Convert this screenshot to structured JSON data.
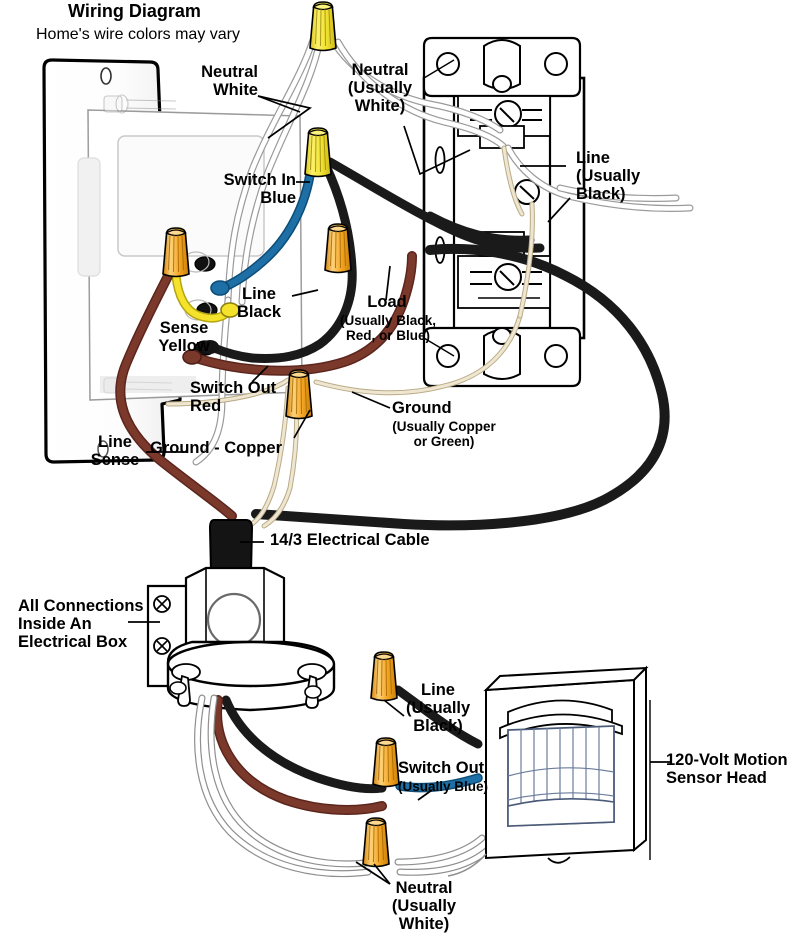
{
  "diagram": {
    "title": "Wiring Diagram",
    "subtitle": "Home's wire colors may vary",
    "type": "electrical-wiring-diagram",
    "subject": "120-Volt motion sensor head wired to a dimmer/switch in an electrical box"
  },
  "labels": {
    "neutral_white": "Neutral\nWhite",
    "neutral_usually_white_top": "Neutral\n(Usually\nWhite)",
    "line_usually_black_top": "Line\n(Usually\nBlack)",
    "switch_in_blue": "Switch In\nBlue",
    "line_black": "Line\nBlack",
    "sense_yellow": "Sense\nYellow",
    "load": "Load",
    "load_sub": "(Usually Black,\nRed, or Blue)",
    "switch_out_red": "Switch Out\nRed",
    "ground": "Ground",
    "ground_sub": "(Usually Copper\nor Green)",
    "ground_copper": "Ground - Copper",
    "line_sense": "Line\nSense",
    "cable": "14/3 Electrical Cable",
    "all_connections": "All Connections\nInside An\nElectrical Box",
    "line_usually_black_bottom": "Line\n(Usually\nBlack)",
    "switch_out_usually_blue": "Switch Out",
    "switch_out_usually_blue_sub": "(Usually Blue)",
    "neutral_usually_white_bottom": "Neutral\n(Usually\nWhite)",
    "sensor_head": "120-Volt Motion\nSensor Head"
  },
  "components": {
    "dimmer_switch": "dimmer-switch-body",
    "electrical_box": "electrical-box-device",
    "round_junction_box": "round-junction-box",
    "motion_sensor_head": "motion-sensor-head",
    "wire_nuts": [
      {
        "name": "wire-nut-neutral-top",
        "color": "#F2E332"
      },
      {
        "name": "wire-nut-switch-in",
        "color": "#F2E332"
      },
      {
        "name": "wire-nut-sense",
        "color": "#F5A623"
      },
      {
        "name": "wire-nut-load",
        "color": "#F5A623"
      },
      {
        "name": "wire-nut-ground",
        "color": "#F5A623"
      },
      {
        "name": "wire-nut-line-bottom",
        "color": "#F5A623"
      },
      {
        "name": "wire-nut-switch-out-bottom",
        "color": "#F5A623"
      },
      {
        "name": "wire-nut-neutral-bottom",
        "color": "#F5A623"
      }
    ]
  },
  "colors": {
    "wire_black": "#1A1A1A",
    "wire_white": "#FFFFFF",
    "wire_blue": "#1D6FA5",
    "wire_yellow": "#F5E32B",
    "wire_red_brown": "#7B392C",
    "wire_copper": "#E8DCC3",
    "wire_nut_yellow": "#F2E332",
    "wire_nut_orange": "#F5A623",
    "outline": "#000000",
    "device_fill": "#FFFFFF",
    "device_shade": "#F0F0F0"
  }
}
